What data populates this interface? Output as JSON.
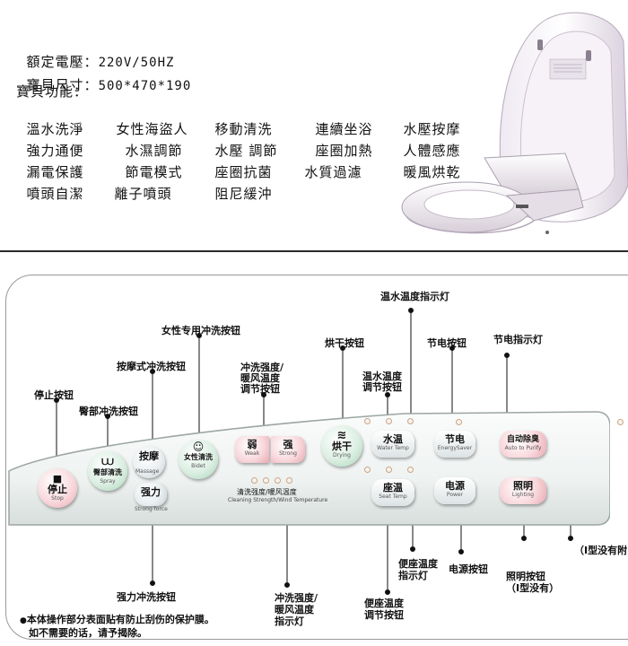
{
  "specs": {
    "voltage": {
      "label": "額定電壓：",
      "value": "220V/50HZ"
    },
    "size": {
      "label": "寶貝尺寸：",
      "value": "500*470*190"
    },
    "features_label": "寶貝功能：",
    "feature_rows": [
      [
        "溫水洗淨",
        "女性海盜人",
        "移動清洗",
        "連續坐浴",
        "水壓按摩"
      ],
      [
        "強力通便",
        "水濕調節",
        "水壓 調節",
        "座圈加熱",
        "人體感應"
      ],
      [
        "漏電保護",
        "節電模式",
        "座圈抗菌",
        "水質過濾",
        "暖風烘乾"
      ],
      [
        "噴頭自潔",
        "離子噴頭",
        "阻尼緩沖"
      ]
    ]
  },
  "panel": {
    "buttons": {
      "stop": {
        "label": "停止",
        "sub": "Stop"
      },
      "spray": {
        "label": "臀部清洗",
        "sub": "Spray"
      },
      "massage": {
        "label": "按摩",
        "sub": "Massage"
      },
      "strong_force": {
        "label": "强力",
        "sub": "Strong force"
      },
      "bidet": {
        "label": "女性清洗",
        "sub": "Bidet"
      },
      "weak": {
        "label": "弱",
        "sub": "Weak"
      },
      "strong": {
        "label": "强",
        "sub": "Strong"
      },
      "drying": {
        "label": "烘干",
        "sub": "Drying"
      },
      "water_temp": {
        "label": "水温",
        "sub": "Water Temp"
      },
      "seat_temp": {
        "label": "座温",
        "sub": "Seat Temp"
      },
      "energy_saver": {
        "label": "节电",
        "sub": "EnergySaver"
      },
      "power": {
        "label": "电源",
        "sub": "Power"
      },
      "auto_purify": {
        "label": "自动除臭",
        "sub": "Auto to Purify"
      },
      "lighting": {
        "label": "照明",
        "sub": "Lighting"
      }
    },
    "strength_caption_cn": "清洗强度/暖风温度",
    "strength_caption_en": "Cleaning Strength/Wind Temperature"
  },
  "callouts": {
    "stop_btn": "停止按钮",
    "spray_btn": "臀部冲洗按钮",
    "massage_btn": "按摩式冲洗按钮",
    "bidet_btn": "女性专用冲洗按钮",
    "strength_btn": [
      "冲洗强度/",
      "暖风温度",
      "调节按钮"
    ],
    "drying_btn": "烘干按钮",
    "water_temp_led": "温水温度指示灯",
    "water_temp_btn": [
      "温水温度",
      "调节按钮"
    ],
    "energy_btn": "节电按钮",
    "energy_led": "节电指示灯",
    "strong_force_btn": "强力冲洗按钮",
    "strength_led": [
      "冲洗强度/",
      "暖风温度",
      "指示灯"
    ],
    "seat_temp_led": [
      "便座温度",
      "指示灯"
    ],
    "seat_temp_btn": [
      "便座温度",
      "调节按钮"
    ],
    "power_btn": "电源按钮",
    "lighting_btn": [
      "照明按钮",
      "（I型没有）"
    ],
    "type_note": "（I型没有附"
  },
  "footnote": [
    "本体操作部分表面贴有防止刮伤的保护膜。",
    "如不需要的话，请予揭除。"
  ],
  "footnote_bullet": "●"
}
